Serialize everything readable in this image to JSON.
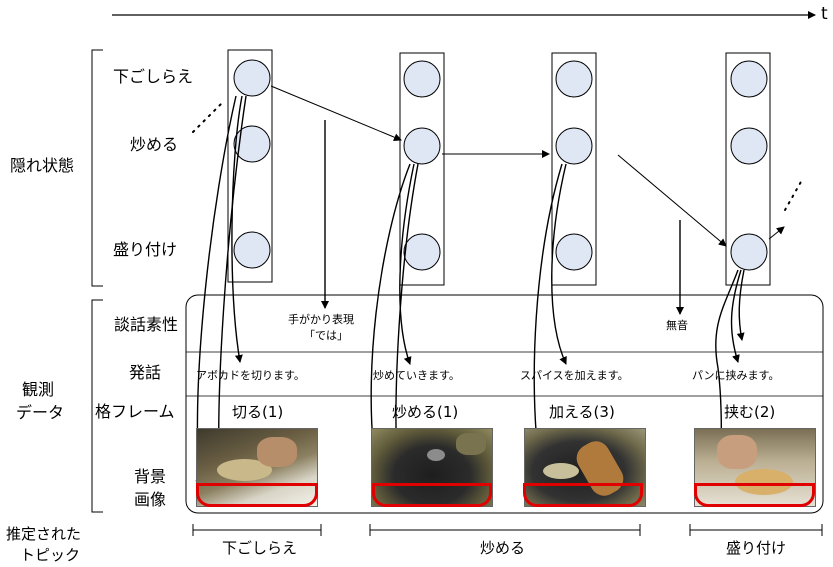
{
  "time_axis": {
    "label": "t"
  },
  "row_labels": {
    "hidden_state": "隠れ状態",
    "observation_line1": "観測",
    "observation_line2": "データ",
    "estimated_topic_line1": "推定された",
    "estimated_topic_line2": "トピック"
  },
  "states": [
    "下ごしらえ",
    "炒める",
    "盛り付け"
  ],
  "observation_rows": {
    "discourse": "談話素性",
    "utterance": "発話",
    "case_frame": "格フレーム",
    "background_line1": "背景",
    "background_line2": "画像"
  },
  "discourse_features": {
    "cue_line1": "手がかり表現",
    "cue_line2": "「では」",
    "silence": "無音"
  },
  "utterances": [
    "アボカドを切ります。",
    "炒めていきます。",
    "スパイスを加えます。",
    "パンに挟みます。"
  ],
  "case_frames": [
    "切る(1)",
    "炒める(1)",
    "加える(3)",
    "挟む(2)"
  ],
  "images": [
    {
      "name": "cutting-avocado"
    },
    {
      "name": "pan-frying"
    },
    {
      "name": "adding-spice"
    },
    {
      "name": "sandwich-plating"
    }
  ],
  "topics": [
    "下ごしらえ",
    "炒める",
    "盛り付け"
  ],
  "colors": {
    "node_fill": "#dfe7f5",
    "highlight": "#e00000"
  }
}
